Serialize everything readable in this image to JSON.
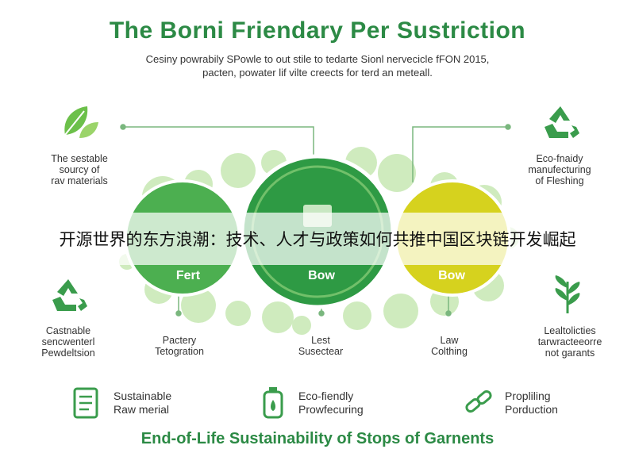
{
  "header": {
    "title": "The Borni Friendary Per Sustriction",
    "subtitle_line1": "Cesiny powrabily SPowle to out stile to tedarte Sionl nervecicle fFON 2015,",
    "subtitle_line2": "pacten, powater lif vilte creects for terd an meteall."
  },
  "top_left": {
    "icon": "leaf-icon",
    "text": [
      "The sestable",
      "sourcy of",
      "rav materials"
    ]
  },
  "top_right": {
    "icon": "recycle-icon",
    "text": [
      "Eco-fnaidy",
      "manufecturing",
      "of Fleshing"
    ]
  },
  "circles": [
    {
      "label": "Fert",
      "color": "#3aa84e"
    },
    {
      "label": "Bow",
      "color": "#2e9a44"
    },
    {
      "label": "Bow",
      "color": "#d6d21e"
    }
  ],
  "mid_left": {
    "icon": "recycle-icon",
    "text": [
      "Castnable",
      "sencwenterl",
      "Pewdeltsion"
    ]
  },
  "mid_right": {
    "icon": "plant-icon",
    "text": [
      "Lealtolicties",
      "tarwracteeorre",
      "not garants"
    ]
  },
  "below_circles": [
    {
      "text": [
        "Pactery",
        "Tetogration"
      ]
    },
    {
      "text": [
        "Lest",
        "Susectear"
      ]
    },
    {
      "text": [
        "Law",
        "Colthing"
      ]
    }
  ],
  "overlay": {
    "text": "开源世界的东方浪潮：技术、人才与政策如何共推中国区块链开发崛起"
  },
  "legend": [
    {
      "icon": "document-icon",
      "text": [
        "Sustainable",
        "Raw merial"
      ]
    },
    {
      "icon": "bottle-icon",
      "text": [
        "Eco-fiendly",
        "Prowfecuring"
      ]
    },
    {
      "icon": "link-icon",
      "text": [
        "Propliling",
        "Porduction"
      ]
    }
  ],
  "footer": {
    "text": "End-of-Life Sustainability of Stops of Garnents"
  },
  "colors": {
    "green": "#2c8a45",
    "light_green": "#8fd07a",
    "yellow": "#d6d21e"
  }
}
